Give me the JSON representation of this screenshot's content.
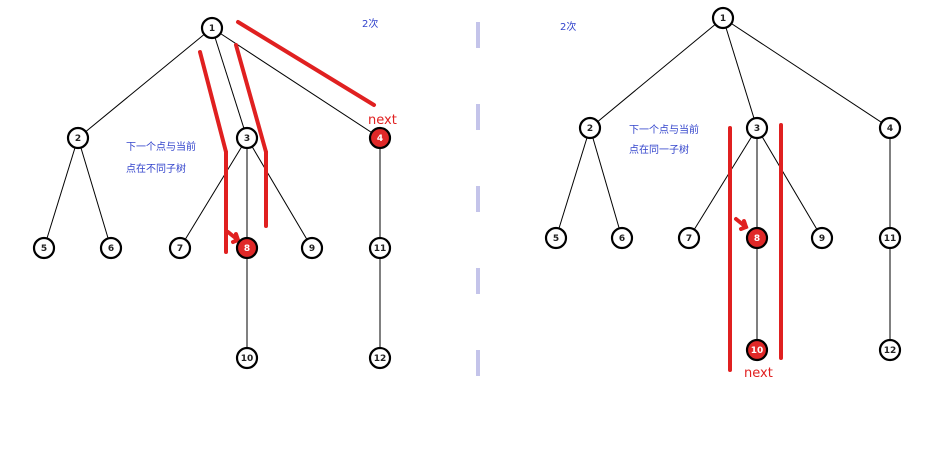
{
  "colors": {
    "edge": "#000000",
    "node_stroke": "#000000",
    "node_fill": "#ffffff",
    "highlight_fill": "#e02828",
    "marker_red": "#e02020",
    "divider": "#c4c4ea",
    "note_blue": "#3344cc"
  },
  "left_panel": {
    "count_label": "2次",
    "note_line1": "下一个点与当前",
    "note_line2": "点在不同子树",
    "next_label": "next",
    "nodes": [
      {
        "id": "1",
        "label": "1",
        "highlight": false
      },
      {
        "id": "2",
        "label": "2",
        "highlight": false
      },
      {
        "id": "3",
        "label": "3",
        "highlight": false
      },
      {
        "id": "4",
        "label": "4",
        "highlight": true
      },
      {
        "id": "5",
        "label": "5",
        "highlight": false
      },
      {
        "id": "6",
        "label": "6",
        "highlight": false
      },
      {
        "id": "7",
        "label": "7",
        "highlight": false
      },
      {
        "id": "8",
        "label": "8",
        "highlight": true
      },
      {
        "id": "9",
        "label": "9",
        "highlight": false
      },
      {
        "id": "10",
        "label": "10",
        "highlight": false
      },
      {
        "id": "11",
        "label": "11",
        "highlight": false
      },
      {
        "id": "12",
        "label": "12",
        "highlight": false
      }
    ],
    "edges": [
      [
        "1",
        "2"
      ],
      [
        "1",
        "3"
      ],
      [
        "1",
        "4"
      ],
      [
        "2",
        "5"
      ],
      [
        "2",
        "6"
      ],
      [
        "3",
        "7"
      ],
      [
        "3",
        "8"
      ],
      [
        "3",
        "9"
      ],
      [
        "8",
        "10"
      ],
      [
        "4",
        "11"
      ],
      [
        "11",
        "12"
      ]
    ]
  },
  "right_panel": {
    "count_label": "2次",
    "note_line1": "下一个点与当前",
    "note_line2": "点在同一子树",
    "next_label": "next",
    "nodes": [
      {
        "id": "1",
        "label": "1",
        "highlight": false
      },
      {
        "id": "2",
        "label": "2",
        "highlight": false
      },
      {
        "id": "3",
        "label": "3",
        "highlight": false
      },
      {
        "id": "4",
        "label": "4",
        "highlight": false
      },
      {
        "id": "5",
        "label": "5",
        "highlight": false
      },
      {
        "id": "6",
        "label": "6",
        "highlight": false
      },
      {
        "id": "7",
        "label": "7",
        "highlight": false
      },
      {
        "id": "8",
        "label": "8",
        "highlight": true
      },
      {
        "id": "9",
        "label": "9",
        "highlight": false
      },
      {
        "id": "10",
        "label": "10",
        "highlight": true
      },
      {
        "id": "11",
        "label": "11",
        "highlight": false
      },
      {
        "id": "12",
        "label": "12",
        "highlight": false
      }
    ],
    "edges": [
      [
        "1",
        "2"
      ],
      [
        "1",
        "3"
      ],
      [
        "1",
        "4"
      ],
      [
        "2",
        "5"
      ],
      [
        "2",
        "6"
      ],
      [
        "3",
        "7"
      ],
      [
        "3",
        "8"
      ],
      [
        "3",
        "9"
      ],
      [
        "8",
        "10"
      ],
      [
        "4",
        "11"
      ],
      [
        "11",
        "12"
      ]
    ]
  }
}
